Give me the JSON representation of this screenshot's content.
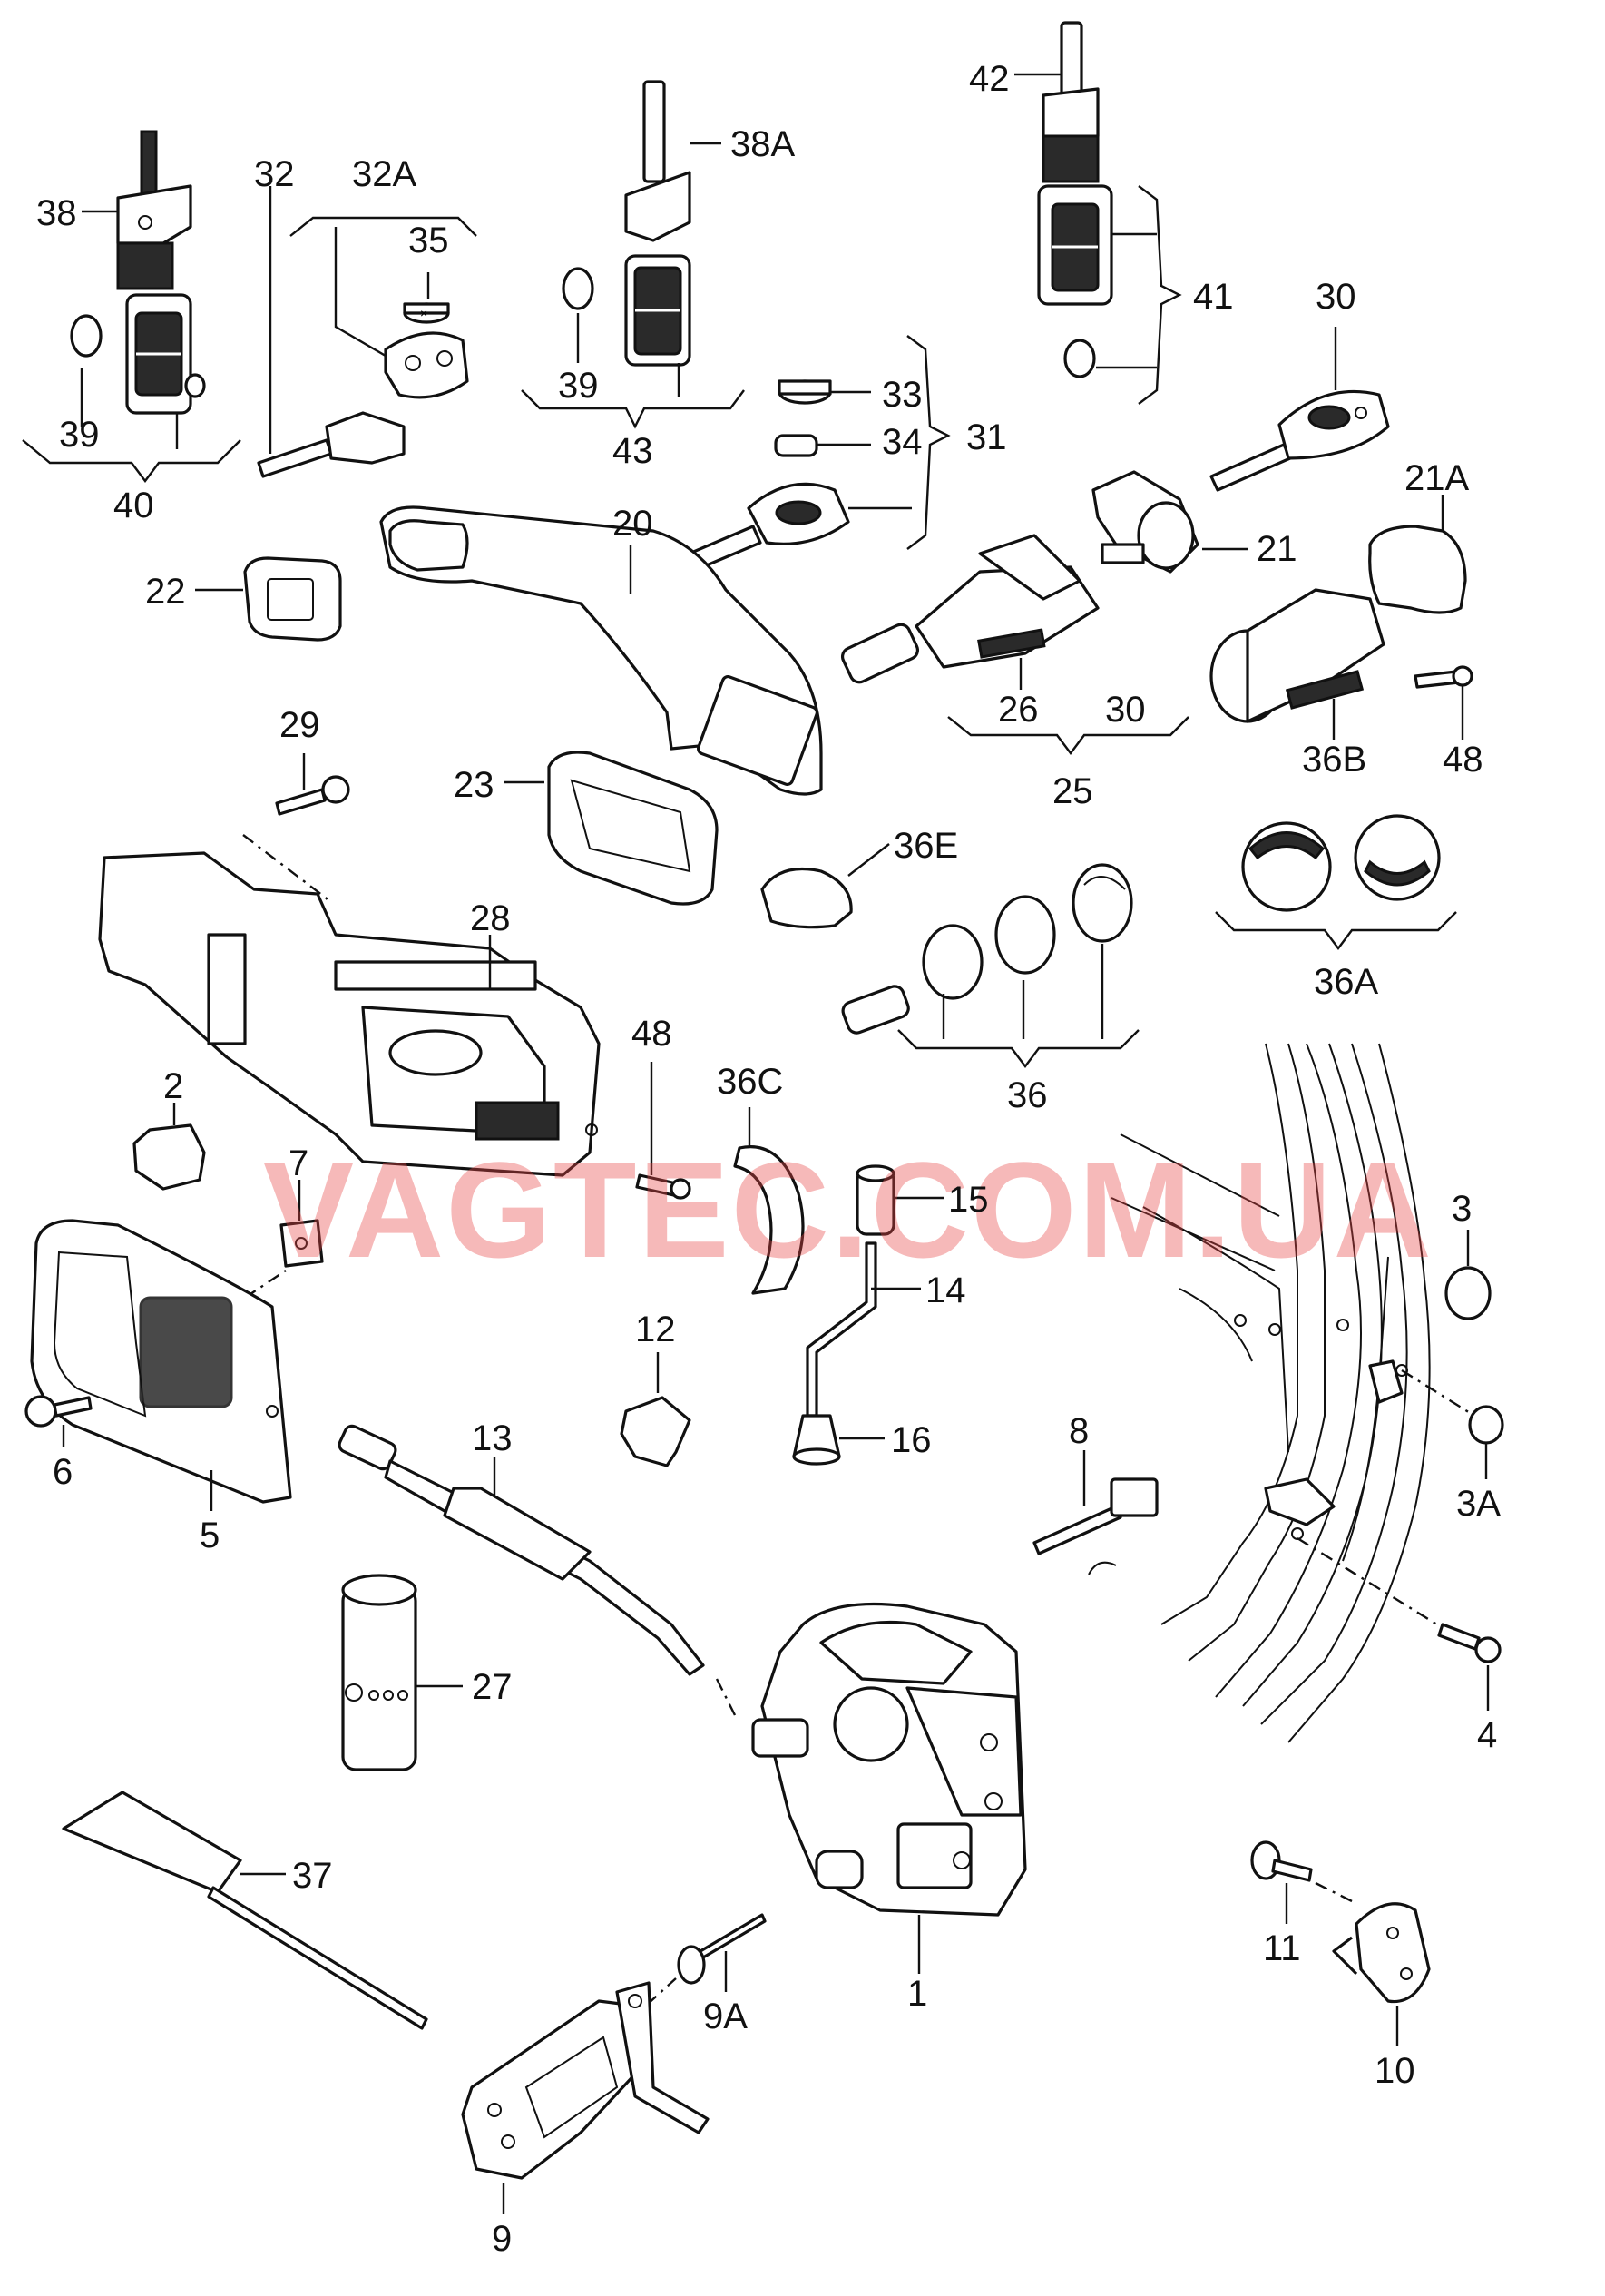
{
  "watermark": "VAGTEC.COM.UA",
  "callouts": {
    "c38": "38",
    "c32": "32",
    "c32A": "32A",
    "c35": "35",
    "c38A": "38A",
    "c42": "42",
    "c39a": "39",
    "c40": "40",
    "c39b": "39",
    "c43": "43",
    "c33": "33",
    "c34": "34",
    "c31": "31",
    "c41": "41",
    "c30a": "30",
    "c20": "20",
    "c21A": "21A",
    "c22": "22",
    "c21": "21",
    "c26": "26",
    "c30b": "30",
    "c25": "25",
    "c36B": "36B",
    "c48a": "48",
    "c29": "29",
    "c23": "23",
    "c36E": "36E",
    "c28": "28",
    "c36A": "36A",
    "c36": "36",
    "c48b": "48",
    "c36C": "36C",
    "c2": "2",
    "c7": "7",
    "c15": "15",
    "c3": "3",
    "c14": "14",
    "c12": "12",
    "c6": "6",
    "c5": "5",
    "c13": "13",
    "c16": "16",
    "c8": "8",
    "c3A": "3A",
    "c27": "27",
    "c4": "4",
    "c37": "37",
    "c1": "1",
    "c9A": "9A",
    "c11": "11",
    "c10": "10",
    "c9": "9"
  },
  "colors": {
    "ink": "#111111",
    "watermark": "#e84646",
    "background": "#ffffff"
  }
}
